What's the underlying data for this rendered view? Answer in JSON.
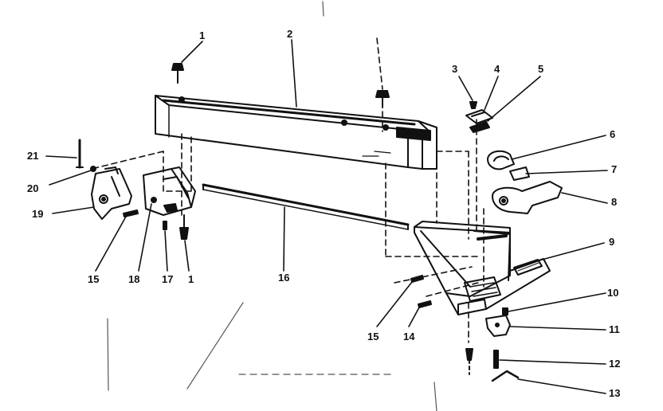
{
  "diagram": {
    "type": "exploded-parts-view",
    "part_labels": [
      "1",
      "2",
      "3",
      "4",
      "5",
      "6",
      "7",
      "8",
      "9",
      "10",
      "11",
      "12",
      "13",
      "14",
      "15",
      "16",
      "17",
      "18",
      "19",
      "20",
      "21"
    ],
    "callouts": {
      "p1_top": "1",
      "p2": "2",
      "p3": "3",
      "p4": "4",
      "p5": "5",
      "p6": "6",
      "p7": "7",
      "p8": "8",
      "p9": "9",
      "p10": "10",
      "p11": "11",
      "p12": "12",
      "p13": "13",
      "p14": "14",
      "p15_right": "15",
      "p15_left": "15",
      "p16": "16",
      "p17": "17",
      "p18": "18",
      "p1_bottom": "1",
      "p19": "19",
      "p20": "20",
      "p21": "21"
    },
    "line_color": "#111111",
    "background": "#ffffff"
  }
}
